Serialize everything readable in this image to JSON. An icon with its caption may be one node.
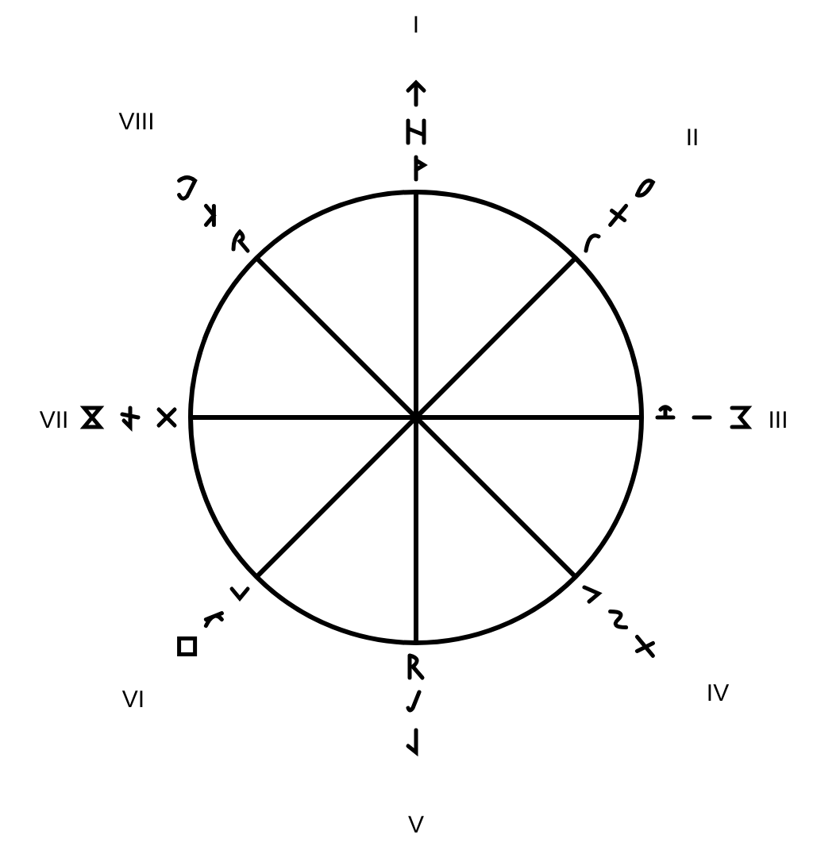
{
  "diagram": {
    "labels": [
      "I",
      "VIII",
      "II",
      "VII",
      "III",
      "VI",
      "IV",
      "V"
    ]
  }
}
